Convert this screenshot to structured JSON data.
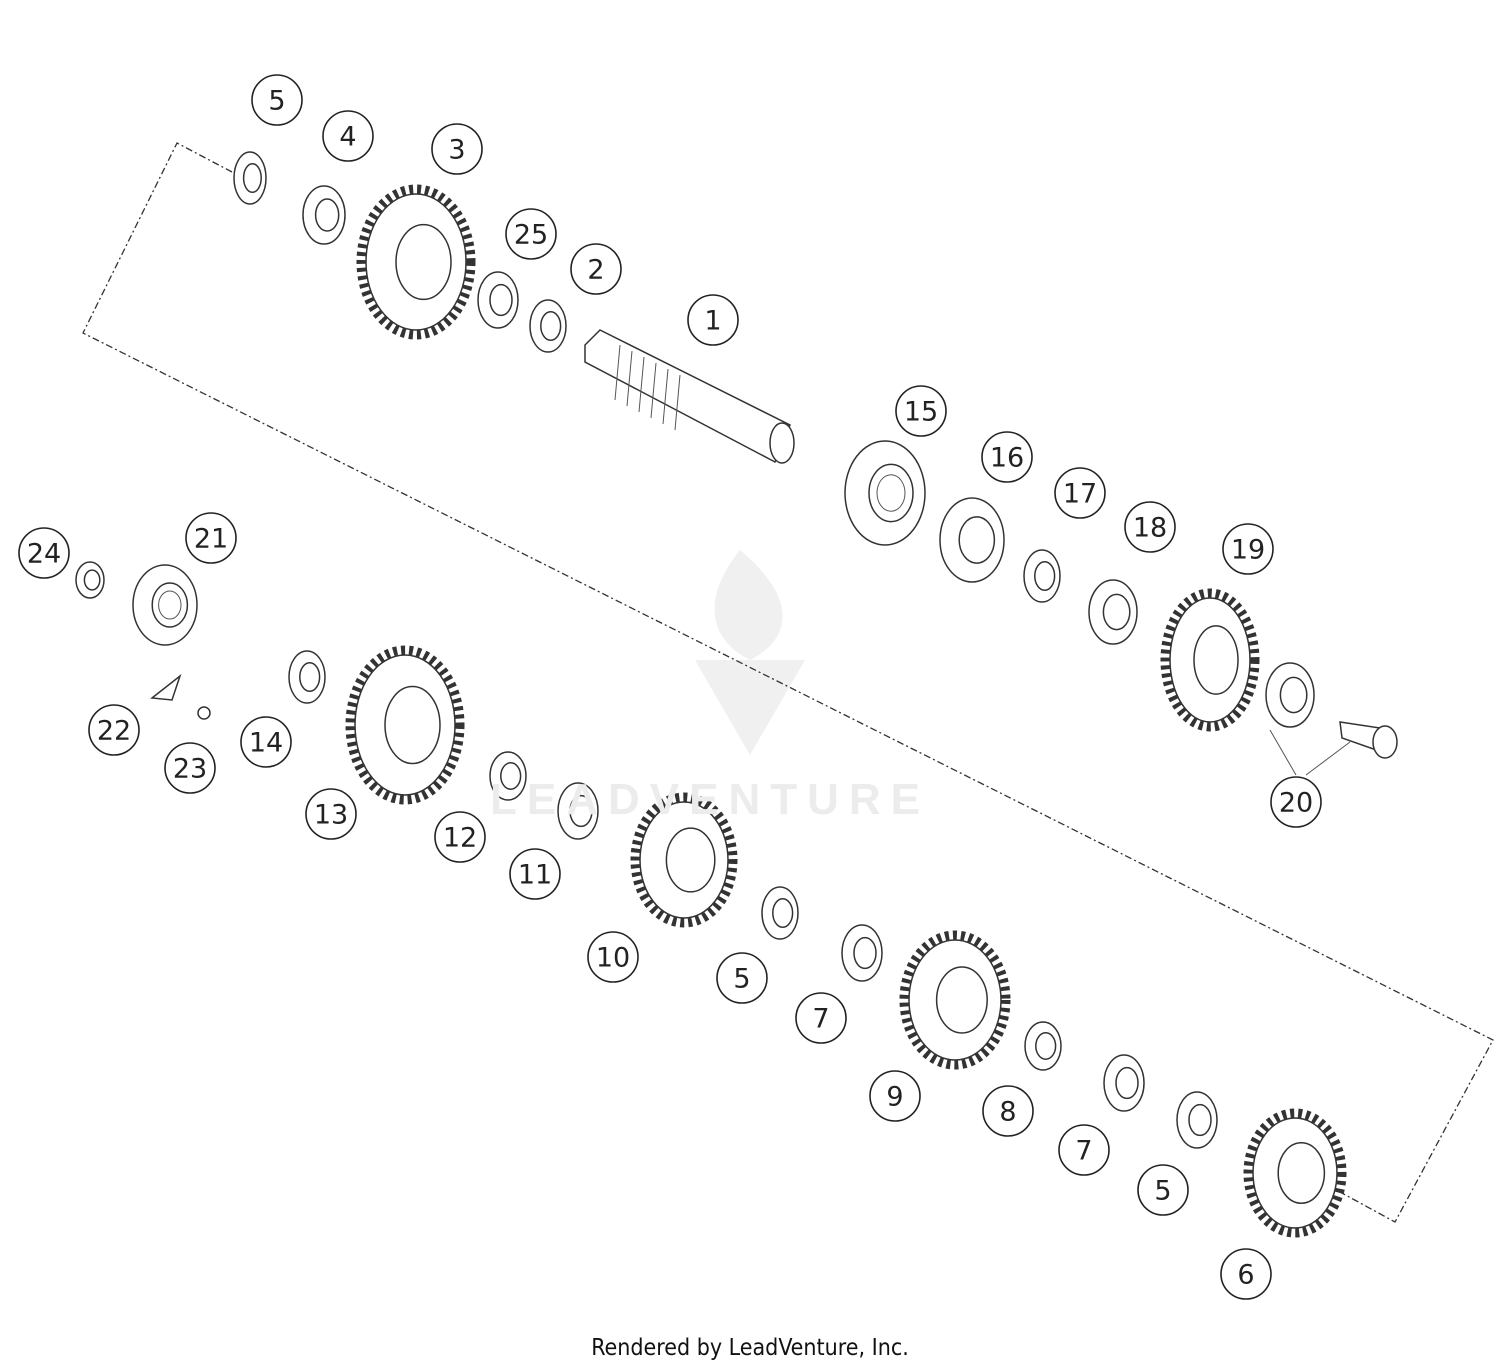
{
  "diagram": {
    "callouts": [
      "5",
      "4",
      "3",
      "25",
      "2",
      "1",
      "15",
      "16",
      "17",
      "18",
      "19",
      "24",
      "21",
      "22",
      "23",
      "14",
      "13",
      "12",
      "11",
      "10",
      "5",
      "7",
      "9",
      "8",
      "7",
      "5",
      "6",
      "20"
    ]
  },
  "watermark": "LEADVENTURE",
  "footer": "Rendered by LeadVenture, Inc."
}
